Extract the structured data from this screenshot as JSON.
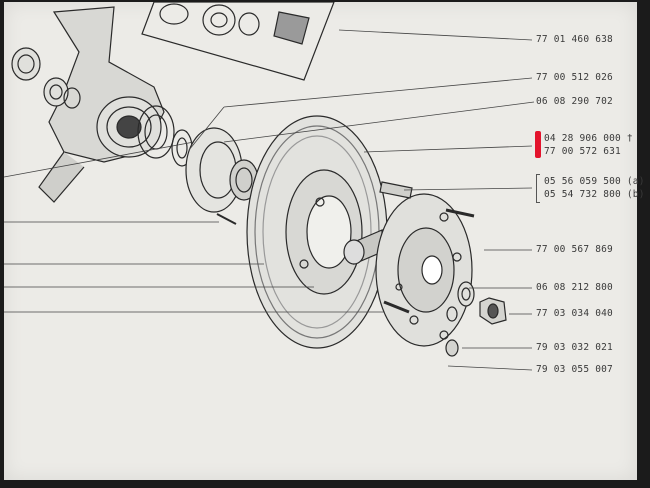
{
  "part_numbers": {
    "p1": "77 01 460 638",
    "p2": "77 00 512 026",
    "p3": "06 08 290 702",
    "p4": "04 28 906 000",
    "p4_mark": "†",
    "p5": "77 00 572 631",
    "p6": "05 56 059 500",
    "p6_suffix": "(a)",
    "p7": "05 54 732 800",
    "p7_suffix": "(b)",
    "p8": "77 00 567 869",
    "p9": "06 08 212 800",
    "p10": "77 03 034 040",
    "p11": "79 03 032 021",
    "p12": "79 03 055 007"
  },
  "highlight_color": "#e3132c"
}
